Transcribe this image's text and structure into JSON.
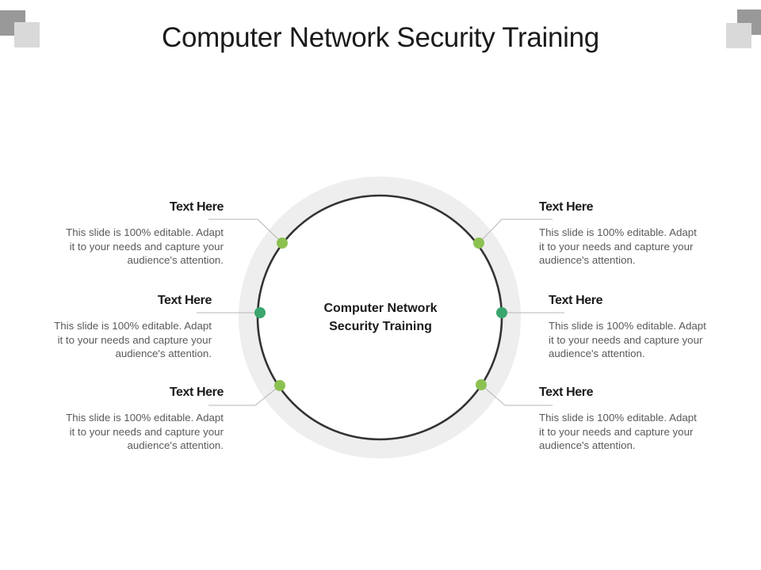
{
  "slide": {
    "title": "Computer Network Security Training",
    "center_label": [
      "Computer Network",
      "Security Training"
    ],
    "colors": {
      "outer_ring": "#eeeeee",
      "circle_stroke": "#333333",
      "dot_light_green": "#8cc152",
      "dot_teal_green": "#3aa66e",
      "connector": "#b5b5b5",
      "corner_dark": "#999999",
      "corner_light": "#d9d9d9"
    },
    "items": [
      {
        "id": "top-left",
        "heading": "Text Here",
        "body": [
          "This slide is 100% editable. Adapt",
          "it to your needs and capture your",
          "audience's attention."
        ],
        "dot_color": "light-green"
      },
      {
        "id": "middle-left",
        "heading": "Text Here",
        "body": [
          "This slide is 100% editable. Adapt",
          "it to your needs and capture your",
          "audience's attention."
        ],
        "dot_color": "teal-green"
      },
      {
        "id": "bottom-left",
        "heading": "Text Here",
        "body": [
          "This slide is 100% editable. Adapt",
          "it to your needs and capture your",
          "audience's attention."
        ],
        "dot_color": "light-green"
      },
      {
        "id": "top-right",
        "heading": "Text Here",
        "body": [
          "This slide is 100% editable. Adapt",
          "it to your needs and capture your",
          "audience's attention."
        ],
        "dot_color": "light-green"
      },
      {
        "id": "middle-right",
        "heading": "Text Here",
        "body": [
          "This slide is 100% editable. Adapt",
          "it to your needs and capture your",
          "audience's attention."
        ],
        "dot_color": "teal-green"
      },
      {
        "id": "bottom-right",
        "heading": "Text Here",
        "body": [
          "This slide is 100% editable. Adapt",
          "it to your needs and capture your",
          "audience's attention."
        ],
        "dot_color": "light-green"
      }
    ]
  }
}
